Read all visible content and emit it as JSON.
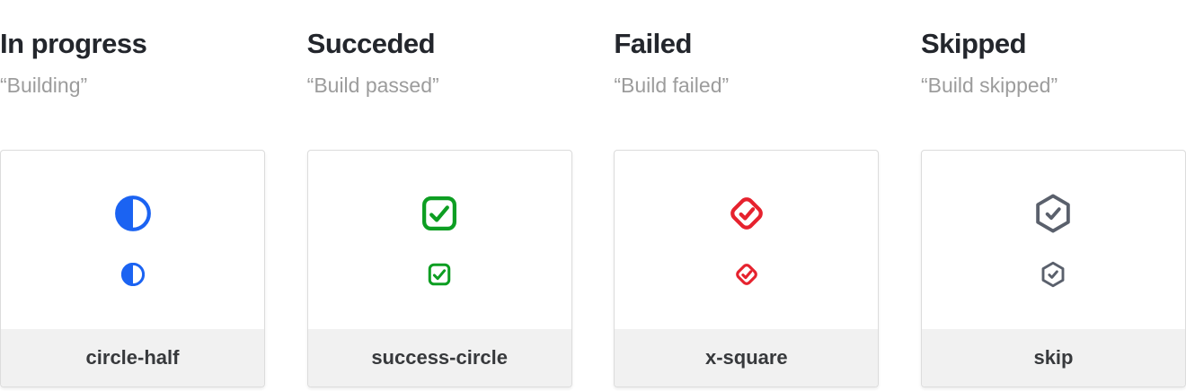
{
  "palette": {
    "page-bg": "#ffffff",
    "heading": "#23262c",
    "subtitle": "#9c9c9c",
    "card-border": "#dcdcdc",
    "footer-bg": "#f1f1f1",
    "footer-text": "#37393c"
  },
  "columns": [
    {
      "title": "In progress",
      "subtitle": "“Building”",
      "icon": "circle-half-icon",
      "label": "circle-half",
      "color": "#1b63f2"
    },
    {
      "title": "Succeded",
      "subtitle": "“Build passed”",
      "icon": "success-circle-icon",
      "label": "success-circle",
      "color": "#0d9e22"
    },
    {
      "title": "Failed",
      "subtitle": "“Build failed”",
      "icon": "x-square-icon",
      "label": "x-square",
      "color": "#e6222e"
    },
    {
      "title": "Skipped",
      "subtitle": "“Build skipped”",
      "icon": "skip-icon",
      "label": "skip",
      "color": "#5a606c"
    }
  ]
}
